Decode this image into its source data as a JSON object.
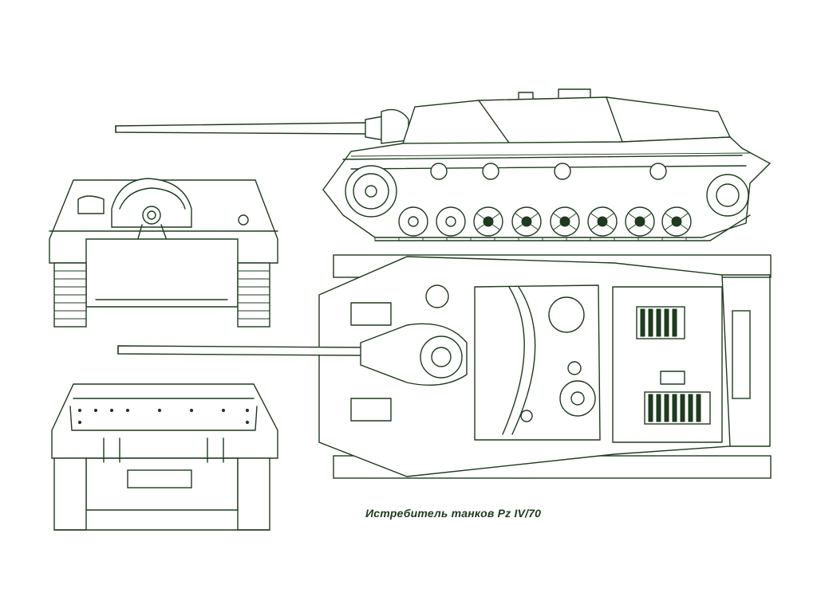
{
  "caption": "Истребитель танков Pz IV/70",
  "colors": {
    "line": "#1f3a1f",
    "background": "#ffffff"
  },
  "views": [
    "side-view",
    "front-view",
    "top-view",
    "rear-view"
  ]
}
